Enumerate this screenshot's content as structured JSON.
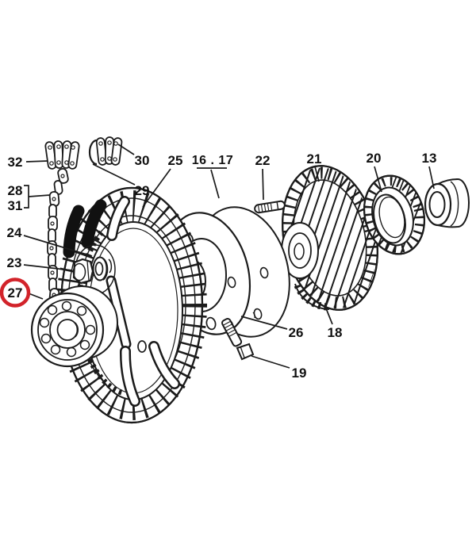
{
  "figure": {
    "type": "exploded-parts-diagram",
    "subject": "timing gear, chain sprocket and camshaft drive assembly",
    "background": "#ffffff",
    "line_color": "#1b1b1b"
  },
  "colors": {
    "highlight": "#d2232a",
    "ink": "#1b1b1b"
  },
  "highlight": {
    "part": "27",
    "style": "red-circle"
  },
  "callouts": [
    {
      "id": "32",
      "label": "32",
      "highlighted": false
    },
    {
      "id": "30",
      "label": "30",
      "highlighted": false
    },
    {
      "id": "29",
      "label": "29",
      "highlighted": false
    },
    {
      "id": "28",
      "label": "28",
      "highlighted": false
    },
    {
      "id": "31",
      "label": "31",
      "highlighted": false
    },
    {
      "id": "25",
      "label": "25",
      "highlighted": false
    },
    {
      "id": "16.17",
      "label": "16 . 17",
      "highlighted": false
    },
    {
      "id": "22",
      "label": "22",
      "highlighted": false
    },
    {
      "id": "21",
      "label": "21",
      "highlighted": false
    },
    {
      "id": "20",
      "label": "20",
      "highlighted": false
    },
    {
      "id": "13",
      "label": "13",
      "highlighted": false
    },
    {
      "id": "24",
      "label": "24",
      "highlighted": false
    },
    {
      "id": "23",
      "label": "23",
      "highlighted": false
    },
    {
      "id": "27",
      "label": "27",
      "highlighted": true
    },
    {
      "id": "26",
      "label": "26",
      "highlighted": false
    },
    {
      "id": "18",
      "label": "18",
      "highlighted": false
    },
    {
      "id": "19",
      "label": "19",
      "highlighted": false
    }
  ]
}
